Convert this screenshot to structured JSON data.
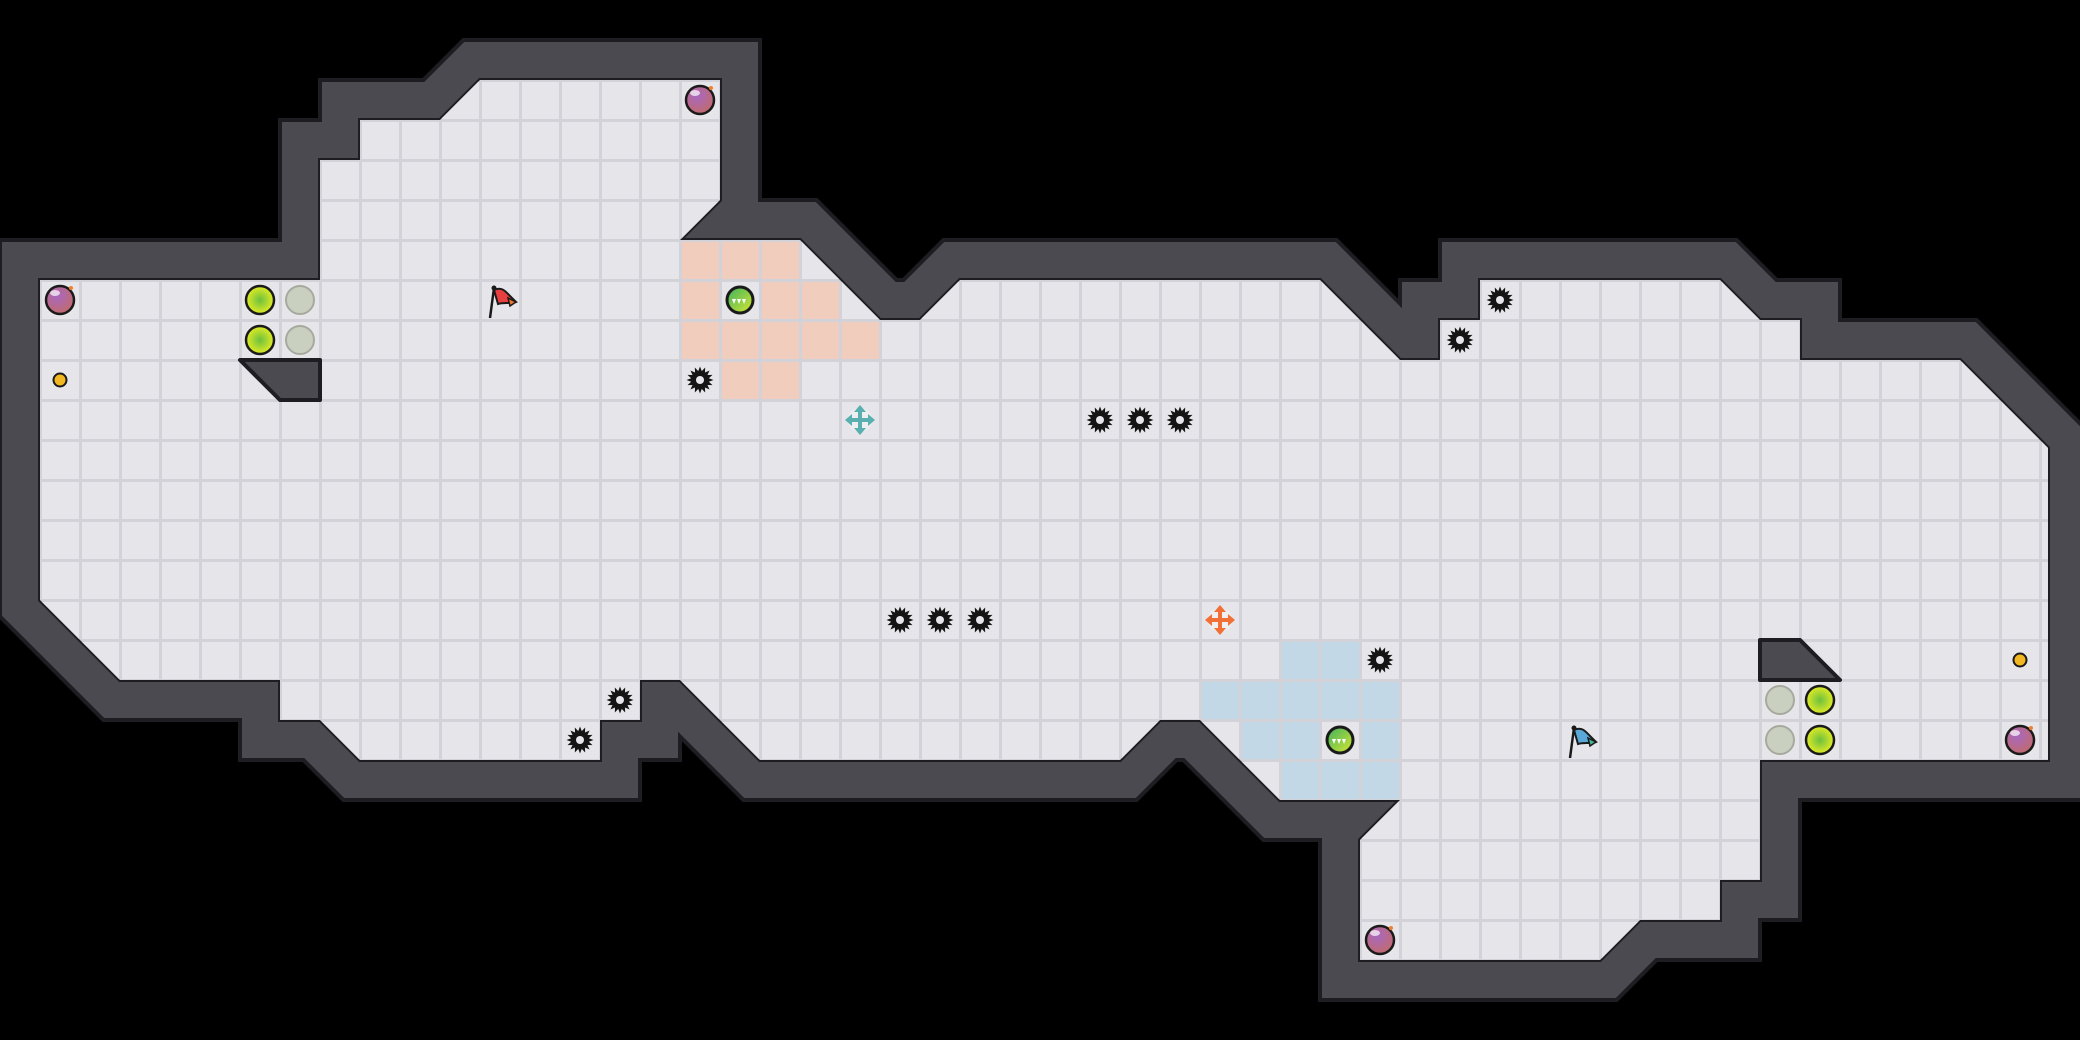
{
  "colors": {
    "background": "#000000",
    "wall": "#4a4a50",
    "wall_outline": "#1e1e22",
    "floor": "#e6e6ea",
    "floor_edge": "#d2d2d8",
    "zone_red": "#f0cdbd",
    "zone_blue": "#c3d8e6"
  },
  "zones": [
    {
      "type": "red-zone",
      "tiles": [
        [
          17,
          6
        ],
        [
          18,
          6
        ],
        [
          19,
          6
        ],
        [
          17,
          7
        ],
        [
          19,
          7
        ],
        [
          20,
          7
        ],
        [
          17,
          8
        ],
        [
          18,
          8
        ],
        [
          19,
          8
        ],
        [
          20,
          8
        ],
        [
          21,
          8
        ],
        [
          18,
          9
        ],
        [
          19,
          9
        ]
      ]
    },
    {
      "type": "blue-zone",
      "tiles": [
        [
          32,
          16
        ],
        [
          33,
          16
        ],
        [
          30,
          17
        ],
        [
          31,
          17
        ],
        [
          32,
          17
        ],
        [
          33,
          17
        ],
        [
          34,
          17
        ],
        [
          31,
          18
        ],
        [
          32,
          18
        ],
        [
          34,
          18
        ],
        [
          32,
          19
        ],
        [
          33,
          19
        ],
        [
          34,
          19
        ]
      ]
    }
  ],
  "entities": [
    {
      "type": "bomb-orb",
      "tile": [
        17,
        2
      ]
    },
    {
      "type": "bomb-orb",
      "tile": [
        1,
        7
      ]
    },
    {
      "type": "bomb-orb",
      "tile": [
        50,
        18
      ]
    },
    {
      "type": "bomb-orb",
      "tile": [
        34,
        23
      ]
    },
    {
      "type": "coin",
      "tile": [
        1,
        9
      ]
    },
    {
      "type": "coin",
      "tile": [
        50,
        16
      ]
    },
    {
      "type": "switch-on",
      "tile": [
        6,
        7
      ]
    },
    {
      "type": "switch-on",
      "tile": [
        6,
        8
      ]
    },
    {
      "type": "switch-off",
      "tile": [
        7,
        7
      ]
    },
    {
      "type": "switch-off",
      "tile": [
        7,
        8
      ]
    },
    {
      "type": "switch-off",
      "tile": [
        44,
        17
      ]
    },
    {
      "type": "switch-off",
      "tile": [
        44,
        18
      ]
    },
    {
      "type": "switch-on",
      "tile": [
        45,
        17
      ]
    },
    {
      "type": "switch-on",
      "tile": [
        45,
        18
      ]
    },
    {
      "type": "red-flag",
      "tile": [
        12,
        7
      ]
    },
    {
      "type": "blue-flag",
      "tile": [
        39,
        18
      ]
    },
    {
      "type": "speed-orb",
      "tile": [
        18,
        7
      ]
    },
    {
      "type": "speed-orb",
      "tile": [
        33,
        18
      ]
    },
    {
      "type": "sawblade",
      "tile": [
        17,
        9
      ]
    },
    {
      "type": "sawblade",
      "tile": [
        27,
        10
      ]
    },
    {
      "type": "sawblade",
      "tile": [
        28,
        10
      ]
    },
    {
      "type": "sawblade",
      "tile": [
        29,
        10
      ]
    },
    {
      "type": "sawblade",
      "tile": [
        22,
        15
      ]
    },
    {
      "type": "sawblade",
      "tile": [
        23,
        15
      ]
    },
    {
      "type": "sawblade",
      "tile": [
        24,
        15
      ]
    },
    {
      "type": "sawblade",
      "tile": [
        37,
        7
      ]
    },
    {
      "type": "sawblade",
      "tile": [
        36,
        8
      ]
    },
    {
      "type": "sawblade",
      "tile": [
        34,
        16
      ]
    },
    {
      "type": "sawblade",
      "tile": [
        15,
        17
      ]
    },
    {
      "type": "sawblade",
      "tile": [
        14,
        18
      ]
    },
    {
      "type": "teal-move-arrows",
      "tile": [
        21,
        10
      ]
    },
    {
      "type": "orange-move-arrows",
      "tile": [
        30,
        15
      ]
    }
  ]
}
